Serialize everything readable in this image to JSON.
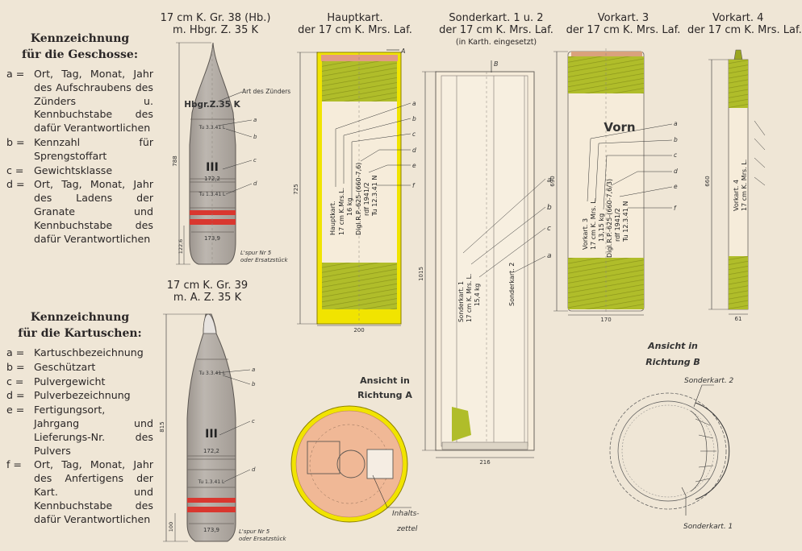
{
  "legend_shells": {
    "heading_1": "Kennzeichnung",
    "heading_2": "für die Geschosse:",
    "items": [
      {
        "key": "a =",
        "text": "Ort, Tag, Monat, Jahr des Aufschraubens des Zünders u. Kennbuchstabe des dafür Verantwortlichen"
      },
      {
        "key": "b =",
        "text": "Kennzahl für Sprengstoffart"
      },
      {
        "key": "c =",
        "text": "Gewichtsklasse"
      },
      {
        "key": "d =",
        "text": "Ort, Tag, Monat, Jahr des Ladens der Granate und Kennbuchstabe des dafür Verantwortlichen"
      }
    ]
  },
  "legend_cartridges": {
    "heading_1": "Kennzeichnung",
    "heading_2": "für die Kartuschen:",
    "items": [
      {
        "key": "a =",
        "text": "Kartuschbezeichnung"
      },
      {
        "key": "b =",
        "text": "Geschützart"
      },
      {
        "key": "c =",
        "text": "Pulvergewicht"
      },
      {
        "key": "d =",
        "text": "Pulverbezeichnung"
      },
      {
        "key": "e =",
        "text": "Fertigungsort, Jahrgang und Lieferungs-Nr. des Pulvers"
      },
      {
        "key": "f =",
        "text": "Ort, Tag, Monat, Jahr des Anfertigens der Kart. und Kennbuchstabe des dafür Verantwortlichen"
      }
    ]
  },
  "titles": {
    "shell38_l1": "17 cm K. Gr. 38 (Hb.)",
    "shell38_l2": "m. Hbgr. Z. 35 K",
    "shell39_l1": "17 cm K. Gr. 39",
    "shell39_l2": "m. A. Z. 35 K",
    "haupt_l1": "Hauptkart.",
    "haupt_l2": "der 17 cm K. Mrs. Laf.",
    "sonder_l1": "Sonderkart. 1 u. 2",
    "sonder_l2": "der 17 cm K. Mrs. Laf.",
    "sonder_l3": "(in Karth. eingesetzt)",
    "vork3_l1": "Vorkart. 3",
    "vork3_l2": "der 17 cm K. Mrs. Laf.",
    "vork4_l1": "Vorkart. 4",
    "vork4_l2": "der 17 cm K. Mrs. Laf."
  },
  "shell38": {
    "fuze_mark": "Hbgr.Z.35 K",
    "fuze_note": "Art des Zünders",
    "mark_a": "a",
    "mark_b": "b",
    "mark_c": "c",
    "mark_d": "d",
    "stamp_b": "Tu 3.3.41 L",
    "weight_class": "III",
    "num_c": "172,2",
    "stamp_d": "Tu 1.3.41 L",
    "len_total": "788",
    "len_base": "122,6",
    "diam": "173,9",
    "tracer_1": "L'spur Nr 5",
    "tracer_2": "oder Ersatzstück"
  },
  "shell39": {
    "mark_a": "a",
    "mark_b": "b",
    "mark_c": "c",
    "mark_d": "d",
    "stamp_b": "Tu 3.3.41 L",
    "weight_class": "III",
    "num_c": "172,2",
    "stamp_d": "Tu 1.3.41 L",
    "len_total": "815",
    "len_base": "100",
    "diam": "173,9",
    "tracer_1": "L'spur Nr 5",
    "tracer_2": "oder Ersatzstück"
  },
  "haupt": {
    "label_lines": [
      "Hauptkart.",
      "17 cm K.Mrs.L.",
      "16 kg",
      "Digl.R.P.-625-(660-7,6)",
      "rdf 1941/2",
      "Tu 12.3.41 N"
    ],
    "marks": [
      "a",
      "b",
      "c",
      "d",
      "e",
      "f"
    ],
    "tag_a": "A",
    "height": "725",
    "diam": "200"
  },
  "sonder": {
    "label1_lines": [
      "Sonderkart. 1",
      "17 cm K. Mrs. L.",
      "15,4 kg"
    ],
    "label2": "Sonderkart. 2",
    "marks": [
      "a",
      "b",
      "c",
      "a"
    ],
    "tag_b": "B",
    "height": "1015",
    "diam": "216"
  },
  "vork3": {
    "vorn": "Vorn",
    "label_lines": [
      "Vorkart. 3",
      "17 cm K. Mrs. L.",
      "13,15 kg",
      "Digl.R.P.-625-(660-7,6/3)",
      "rdf 1941/2",
      "Tu 12.3.41 N"
    ],
    "marks": [
      "a",
      "b",
      "c",
      "d",
      "e",
      "f"
    ],
    "height": "690",
    "diam": "170"
  },
  "vork4": {
    "label_lines": [
      "Vorkart. 4",
      "17 cm K. Mrs. L."
    ],
    "height": "660",
    "diam": "61"
  },
  "view_a": {
    "title_1": "Ansicht in",
    "title_2": "Richtung A",
    "note_1": "Inhalts-",
    "note_2": "zettel"
  },
  "view_b": {
    "title_1": "Ansicht in",
    "title_2": "Richtung B",
    "label_s2": "Sonderkart. 2",
    "label_s1": "Sonderkart. 1"
  },
  "colors": {
    "paper": "#efe6d6",
    "shell_grey": "#b3aca5",
    "band_red": "#d9372f",
    "charge_olive": "#b0bd2a",
    "case_brass": "#f1e400",
    "paper_bag": "#f6ecda",
    "end_cap_salmon": "#f0b896"
  }
}
